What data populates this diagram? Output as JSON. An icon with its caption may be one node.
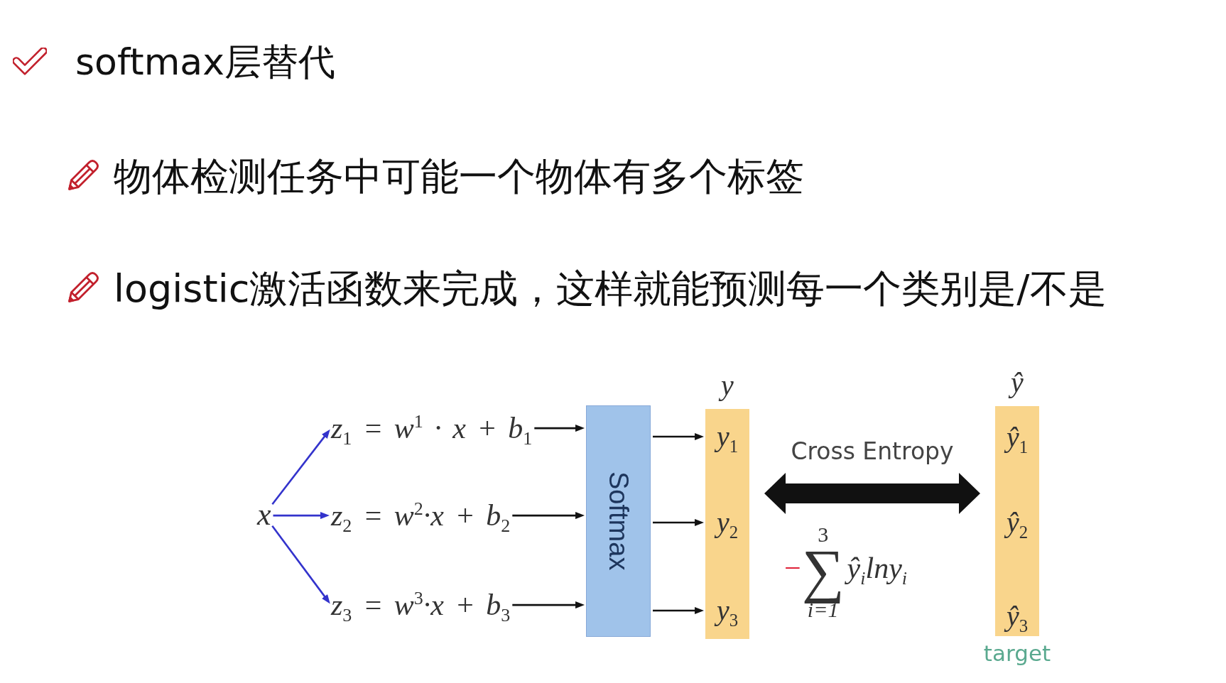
{
  "diagram": {
    "title": "softmax层替代",
    "nodes": [
      {
        "text": [
          "x"
        ]
      },
      {
        "text": [
          "z$_{1}$ = w$^{1}$ · x + b$_{1}$"
        ]
      },
      {
        "text": [
          "z$_{2}$ = w$^{2}$·x + b$_{2}$"
        ]
      },
      {
        "text": [
          "z$_{3}$ = w$^{3}$·x + b$_{3}$"
        ]
      },
      {
        "text": [
          "Softmax"
        ]
      },
      {
        "text": [
          "y"
        ]
      },
      {
        "text": [
          "y$_{1}$"
        ],
        "in": 5
      },
      {
        "text": [
          "y$_{2}$"
        ],
        "in": 5
      },
      {
        "text": [
          "y$_{3}$"
        ],
        "in": 5
      },
      {
        "text": [
          "ŷ"
        ],
        "beside": [
          "target"
        ]
      },
      {
        "text": [
          "ŷ$_{1}$"
        ],
        "in": 9
      },
      {
        "text": [
          "ŷ$_{2}$"
        ],
        "in": 9
      },
      {
        "text": [
          "ŷ$_{3}$"
        ],
        "in": 9
      }
    ],
    "edges": [
      {
        "from": 0,
        "to": 1,
        "arrow": "to",
        "color": "#3333cc"
      },
      {
        "from": 0,
        "to": 2,
        "arrow": "to",
        "color": "#3333cc"
      },
      {
        "from": 0,
        "to": 3,
        "arrow": "to",
        "color": "#3333cc"
      },
      {
        "from": 1,
        "to": 4,
        "arrow": "to"
      },
      {
        "from": 2,
        "to": 4,
        "arrow": "to"
      },
      {
        "from": 3,
        "to": 4,
        "arrow": "to"
      },
      {
        "from": 4,
        "to": 6,
        "arrow": "to"
      },
      {
        "from": 4,
        "to": 7,
        "arrow": "to"
      },
      {
        "from": 4,
        "to": 8,
        "arrow": "to"
      },
      {
        "from": 5,
        "to": 9,
        "arrow": "both",
        "label": "Cross Entropy",
        "style": "thick"
      }
    ],
    "labels": [
      "物体检测任务中可能一个物体有多个标签",
      "logistic激活函数来完成，这样就能预测每一个类别是/不是",
      "−∑$^{3}$$_{i=1}$ŷ$_{i}$lny$_{i}$"
    ]
  }
}
